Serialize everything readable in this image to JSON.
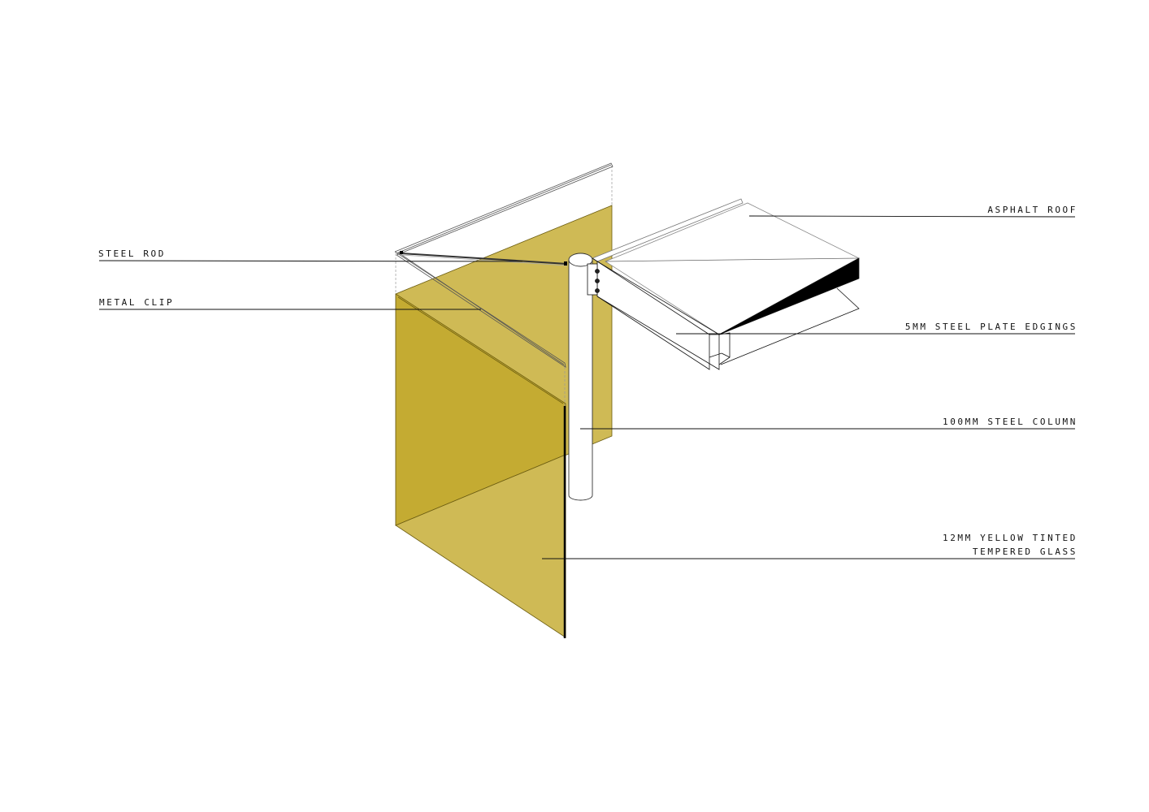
{
  "labels": {
    "steel_rod": "STEEL ROD",
    "metal_clip": "METAL CLIP",
    "asphalt_roof": "ASPHALT ROOF",
    "steel_plate": "5MM STEEL PLATE EDGINGS",
    "steel_column": "100MM STEEL COLUMN",
    "glass_line1": "12MM YELLOW TINTED",
    "glass_line2": "TEMPERED GLASS"
  },
  "colors": {
    "glass_light": "#cfba55",
    "glass_dark": "#c4ab32",
    "line": "#111111"
  }
}
